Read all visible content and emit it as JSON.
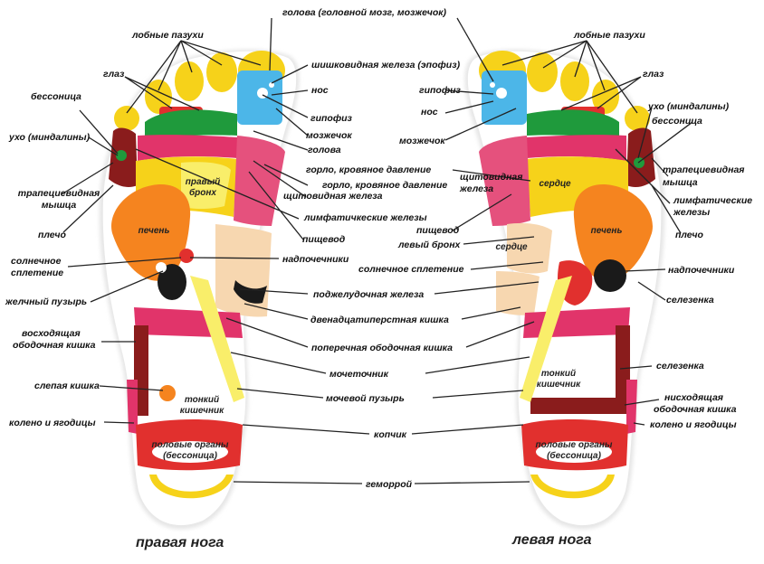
{
  "captions": {
    "right_foot": "правая нога",
    "left_foot": "левая нога"
  },
  "labels": {
    "head": "голова (головной мозг, мозжечок)",
    "frontal_sinuses_r": "лобные пазухи",
    "frontal_sinuses_l": "лобные пазухи",
    "pineal": "шишковидная железа (эпофиз)",
    "eye_r": "глаз",
    "eye_l": "глаз",
    "nose_r": "нос",
    "nose_l": "нос",
    "pituitary_r": "гипофиз",
    "pituitary_l": "гипофиз",
    "insomnia_r": "бессоница",
    "insomnia_l": "бессоница",
    "cerebellum_r": "мозжечок",
    "cerebellum_l": "мозжечок",
    "ear_r": "ухо (миндалины)",
    "ear_l": "ухо (миндалины)",
    "head_small": "голова",
    "throat_c1": "горло, кровяное давление",
    "throat_c2": "горло, кровяное давление",
    "thyroid_r": "щитовидная железа",
    "thyroid_l_1": "щитовидная",
    "thyroid_l_2": "железа",
    "trapezius_r_1": "трапециевидная",
    "trapezius_r_2": "мышца",
    "trapezius_l_1": "трапециевидная",
    "trapezius_l_2": "мышца",
    "lymph_r": "лимфатичкеские железы",
    "lymph_l_1": "лимфатические",
    "lymph_l_2": "железы",
    "shoulder_r": "плечо",
    "shoulder_l": "плечо",
    "esophagus_r": "пищевод",
    "esophagus_l": "пищевод",
    "left_bronchus": "левый бронх",
    "solar_r_1": "солнечное",
    "solar_r_2": "сплетение",
    "solar_l": "солнечное сплетение",
    "adrenal_r": "надпочечники",
    "adrenal_l": "надпочечники",
    "gallbladder": "желчный пузырь",
    "pancreas": "поджелудочная железа",
    "spleen_top": "селезенка",
    "duodenum": "двенадцатиперстная кишка",
    "ascending_1": "восходящая",
    "ascending_2": "ободочная кишка",
    "transverse": "поперечная ободочная кишка",
    "spleen_bottom": "селезенка",
    "ureter": "мочеточник",
    "cecum": "слепая кишка",
    "bladder": "мочевой пузырь",
    "descending_1": "нисходящая",
    "descending_2": "ободочная кишка",
    "knee_r": "колено и ягодицы",
    "knee_l": "колено и ягодицы",
    "coccyx": "копчик",
    "hemorrhoid": "геморрой"
  },
  "zone_labels": {
    "bronchus_r_1": "правый",
    "bronchus_r_2": "бронх",
    "liver_r": "печень",
    "liver_l": "печень",
    "heart_top": "сердце",
    "heart_mid": "сердце",
    "small_int_r_1": "тонкий",
    "small_int_r_2": "кишечник",
    "small_int_l_1": "тонкий",
    "small_int_l_2": "кишечник",
    "genitals_r_1": "половые органы",
    "genitals_r_2": "(бессоница)",
    "genitals_l_1": "половые органы",
    "genitals_l_2": "(бессоница)"
  },
  "colors": {
    "outline": "#dcdcdc",
    "yellow": "#f6d21a",
    "yellow_light": "#f9ee6a",
    "blue": "#4cb6e8",
    "green": "#1f9a3c",
    "red": "#e1302e",
    "crimson": "#e1346a",
    "maroon": "#8a1c1c",
    "orange": "#f5841f",
    "pink": "#e5517d",
    "black": "#1a1a1a",
    "peach": "#f7d7b0",
    "white": "#ffffff",
    "leader": "#222222"
  }
}
